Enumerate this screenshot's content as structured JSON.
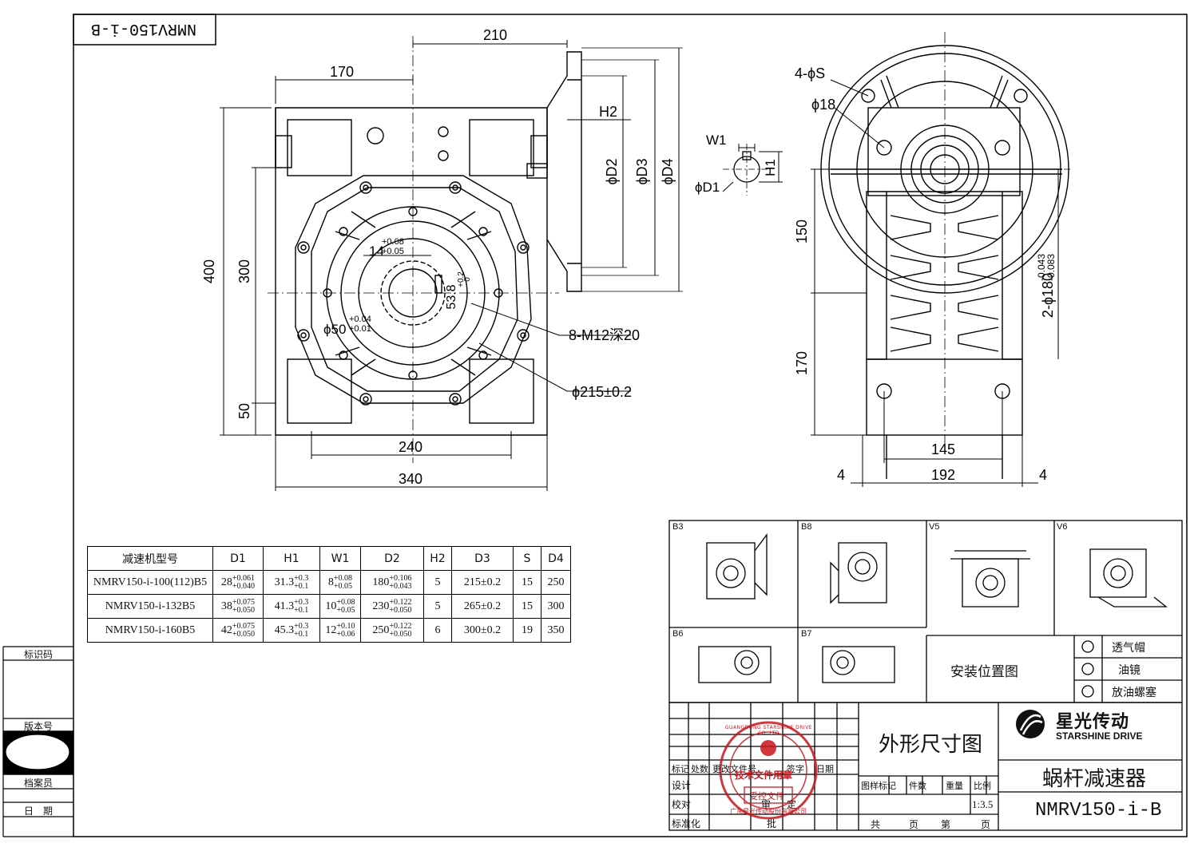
{
  "drawing_code": "NMRV150-i-B",
  "front_view": {
    "dims": {
      "width_210": "210",
      "width_170": "170",
      "height_400": "400",
      "height_300": "300",
      "height_50": "50",
      "h2": "H2",
      "d2": "ϕD2",
      "d3": "ϕD3",
      "d4": "ϕD4",
      "bore_tol_upper": "+0.08",
      "bore_tol_lower": "+0.05",
      "bore_14": "14",
      "key_53_8": "53.8",
      "key_tol": "+0.2",
      "key_tol0": "0",
      "bore_50": "ϕ50",
      "bore50_tol_upper": "+0.04",
      "bore50_tol_lower": "+0.01",
      "m12": "8-M12深20",
      "pcd_215": "ϕ215±0.2",
      "width_240": "240",
      "width_340": "340"
    }
  },
  "side_view": {
    "dims": {
      "holes": "4-ϕS",
      "d18": "ϕ18",
      "w1": "W1",
      "h1": "H1",
      "d1": "ϕD1",
      "h150": "150",
      "h170": "170",
      "flange_dia": "2-ϕ180",
      "flange_tol_upper": "-0.043",
      "flange_tol_lower": "-0.083",
      "w145": "145",
      "w192": "192",
      "w4a": "4",
      "w4b": "4"
    }
  },
  "spec_table": {
    "headers": [
      "减速机型号",
      "D1",
      "H1",
      "W1",
      "D2",
      "H2",
      "D3",
      "S",
      "D4"
    ],
    "rows": [
      {
        "model": "NMRV150-i-100(112)B5",
        "d1": "28",
        "d1_up": "+0.061",
        "d1_lo": "+0.040",
        "h1": "31.3",
        "h1_up": "+0.3",
        "h1_lo": "+0.1",
        "w1": "8",
        "w1_up": "+0.08",
        "w1_lo": "+0.05",
        "d2": "180",
        "d2_up": "+0.106",
        "d2_lo": "+0.043",
        "h2": "5",
        "d3": "215±0.2",
        "s": "15",
        "d4": "250"
      },
      {
        "model": "NMRV150-i-132B5",
        "d1": "38",
        "d1_up": "+0.075",
        "d1_lo": "+0.050",
        "h1": "41.3",
        "h1_up": "+0.3",
        "h1_lo": "+0.1",
        "w1": "10",
        "w1_up": "+0.08",
        "w1_lo": "+0.05",
        "d2": "230",
        "d2_up": "+0.122",
        "d2_lo": "+0.050",
        "h2": "5",
        "d3": "265±0.2",
        "s": "15",
        "d4": "300"
      },
      {
        "model": "NMRV150-i-160B5",
        "d1": "42",
        "d1_up": "+0.075",
        "d1_lo": "+0.050",
        "h1": "45.3",
        "h1_up": "+0.3",
        "h1_lo": "+0.1",
        "w1": "12",
        "w1_up": "+0.10",
        "w1_lo": "+0.06",
        "d2": "250",
        "d2_up": "+0.122",
        "d2_lo": "+0.050",
        "h2": "6",
        "d3": "300±0.2",
        "s": "19",
        "d4": "350"
      }
    ]
  },
  "left_margin": {
    "label_1": "标识码",
    "label_2": "版本号",
    "label_3": "档案员",
    "label_4": "日　期"
  },
  "mounting": {
    "positions": [
      "B3",
      "B8",
      "V5",
      "V6",
      "B6",
      "B7"
    ],
    "title": "安装位置图",
    "legend": [
      "透气帽",
      "油镜",
      "放油螺塞"
    ]
  },
  "title_block": {
    "company_cn": "星光传动",
    "company_en": "STARSHINE DRIVE",
    "drawing_title": "外形尺寸图",
    "product": "蜗杆减速器",
    "model": "NMRV150-i-B",
    "scale": "1:3.5",
    "revision_header": [
      "标记",
      "处数",
      "更改文件号",
      "签字",
      "日期"
    ],
    "rows_labels": [
      "设计",
      "校对",
      "标准化"
    ],
    "approval": [
      "审",
      "定",
      "批"
    ],
    "sheet_header": [
      "图样标记",
      "件数",
      "重量",
      "比例"
    ],
    "sheet_footer": [
      "共",
      "页",
      "第",
      "页"
    ],
    "stamp_text": "技术文件用章",
    "stamp_sub": "受控文件",
    "stamp_ring": "GUANGDONG STARSHINE DRIVE CO.,LTD",
    "stamp_bottom": "广东星光传动股份有限公司"
  }
}
